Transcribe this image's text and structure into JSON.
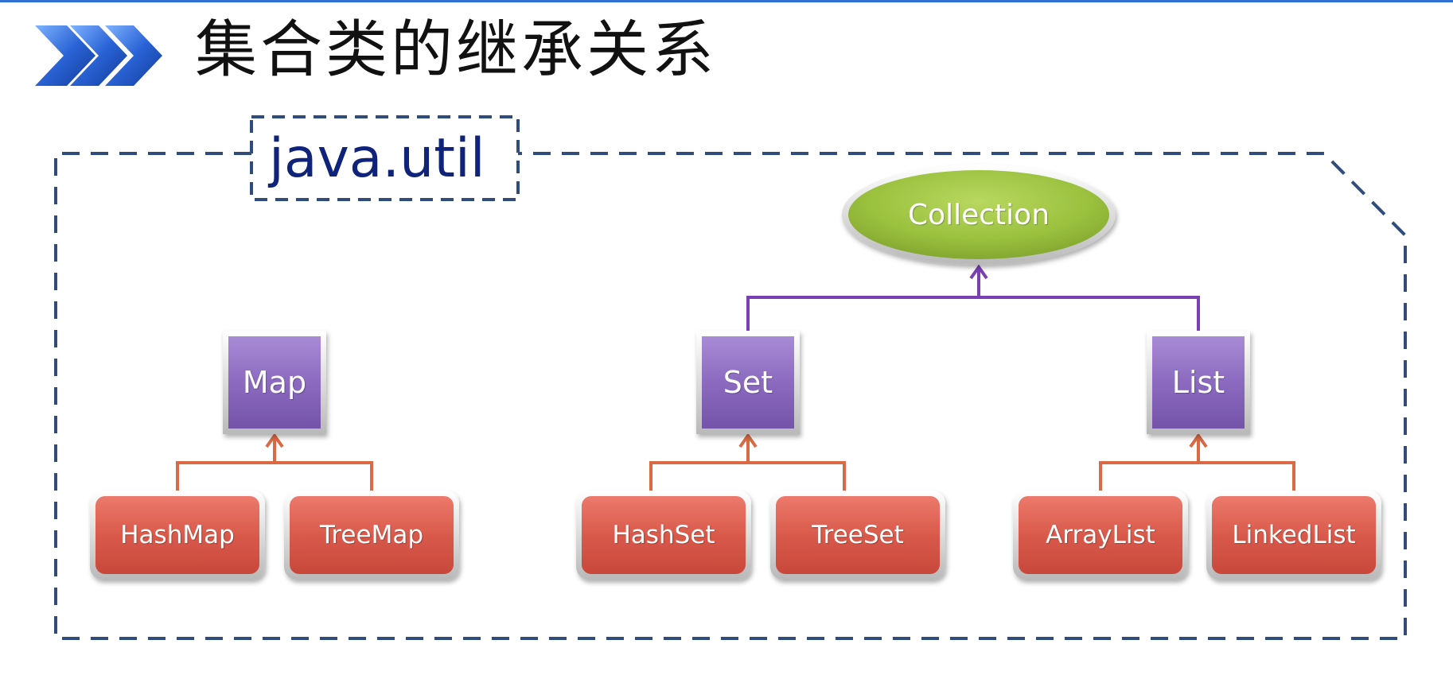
{
  "title": "集合类的继承关系",
  "package": "java.util",
  "root": {
    "label": "Collection"
  },
  "interfaces": {
    "map": {
      "label": "Map"
    },
    "set": {
      "label": "Set"
    },
    "list": {
      "label": "List"
    }
  },
  "classes": {
    "hashmap": {
      "label": "HashMap"
    },
    "treemap": {
      "label": "TreeMap"
    },
    "hashset": {
      "label": "HashSet"
    },
    "treeset": {
      "label": "TreeSet"
    },
    "arraylist": {
      "label": "ArrayList"
    },
    "linkedlist": {
      "label": "LinkedList"
    }
  },
  "colors": {
    "accent_blue": "#2f6fd1",
    "frame_dash": "#2f4c7c",
    "interface_purple": "#8d6dbf",
    "class_red": "#d9594b",
    "root_green": "#9bc13f",
    "connector_purple": "#7b3fb4",
    "connector_orange": "#d96a45",
    "package_text": "#10237a"
  },
  "icons": {
    "bullet": "chevron-arrows-icon"
  }
}
